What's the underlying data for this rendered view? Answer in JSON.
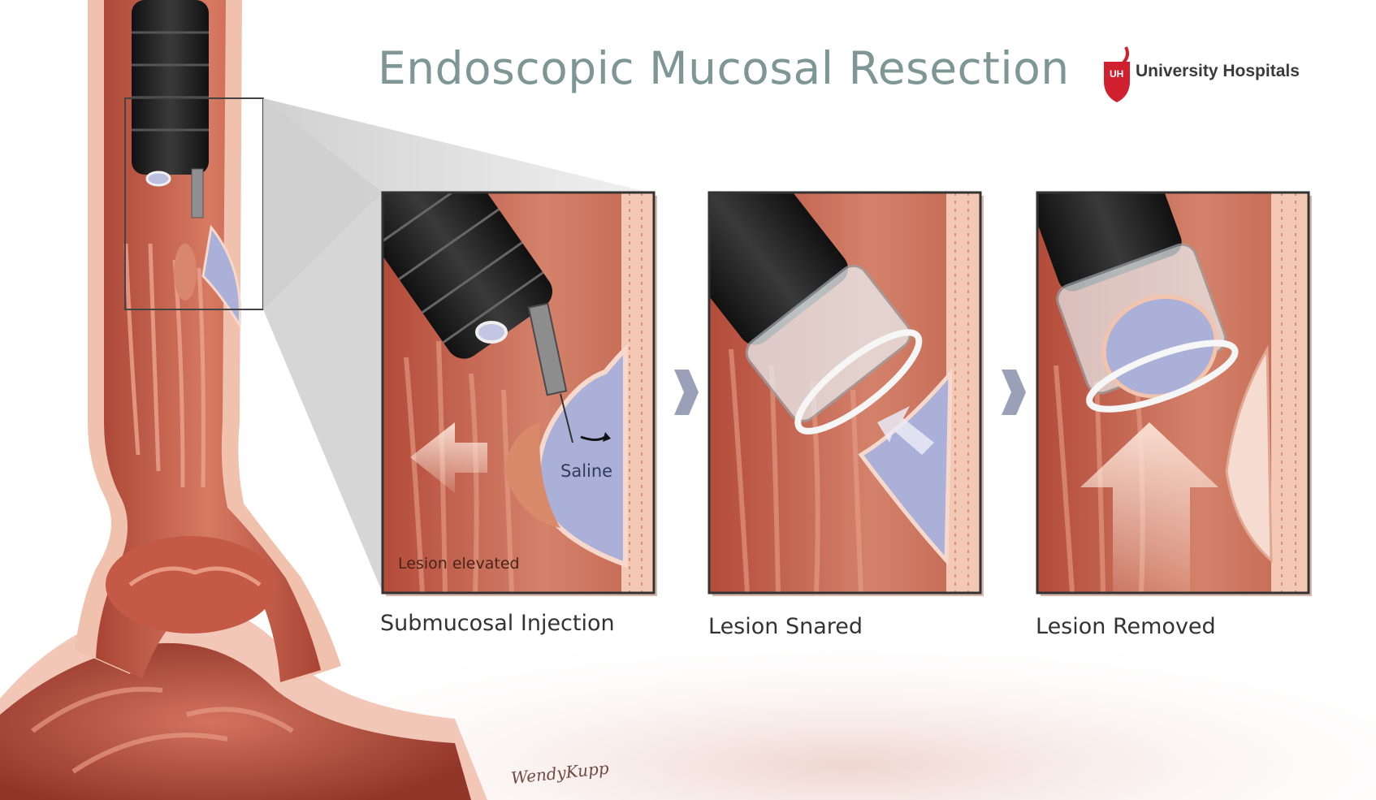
{
  "title": "Endoscopic Mucosal Resection",
  "logo": {
    "text": "University Hospitals",
    "badge": "UH"
  },
  "panels": [
    {
      "caption": "Submucosal Injection",
      "labels": {
        "saline": "Saline",
        "lesion": "Lesion elevated"
      }
    },
    {
      "caption": "Lesion Snared"
    },
    {
      "caption": "Lesion Removed"
    }
  ],
  "signature": "WendyKupp",
  "colors": {
    "title": "#7e9696",
    "tissue": "#c7614a",
    "tissue_light": "#f2c0a8",
    "saline": "#aab0d8",
    "scope": "#1a1a1a",
    "brand_red": "#d01f2e"
  }
}
